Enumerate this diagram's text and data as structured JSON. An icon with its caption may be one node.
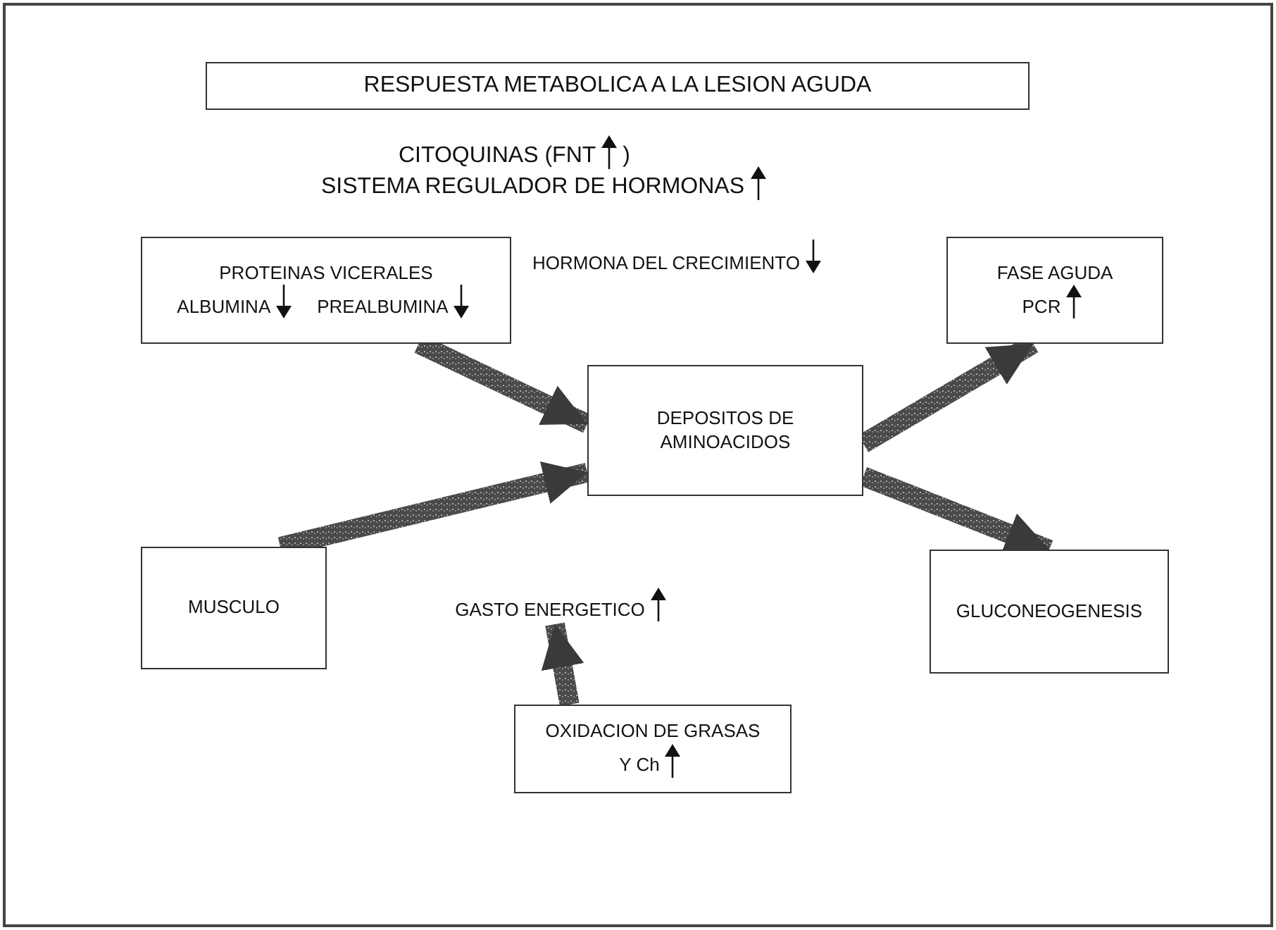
{
  "diagram": {
    "nodes": [
      {
        "text": [
          "RESPUESTA METABOLICA A LA LESION AGUDA"
        ]
      },
      {
        "text": [
          "PROTEINAS VICERALES",
          "ALBUMINA",
          "PREALBUMINA"
        ]
      },
      {
        "text": [
          "FASE AGUDA",
          "PCR"
        ]
      },
      {
        "text": [
          "DEPOSITOS DE AMINOACIDOS"
        ]
      },
      {
        "text": [
          "MUSCULO"
        ]
      },
      {
        "text": [
          "GASTO ENERGETICO"
        ]
      },
      {
        "text": [
          "GLUCONEOGENESIS"
        ]
      },
      {
        "text": [
          "OXIDACION DE GRASAS",
          "Y Ch"
        ]
      }
    ],
    "edges": [
      {
        "from": 1,
        "to": 3,
        "arrow": "to"
      },
      {
        "from": 4,
        "to": 3,
        "arrow": "to"
      },
      {
        "from": 3,
        "to": 2,
        "arrow": "to"
      },
      {
        "from": 3,
        "to": 6,
        "arrow": "to"
      },
      {
        "from": 7,
        "to": 5,
        "arrow": "to"
      }
    ],
    "labels": [
      "CITOQUINAS  (FNT",
      ")",
      "SISTEMA REGULADOR DE HORMONAS",
      "HORMONA DEL CRECIMIENTO"
    ]
  }
}
